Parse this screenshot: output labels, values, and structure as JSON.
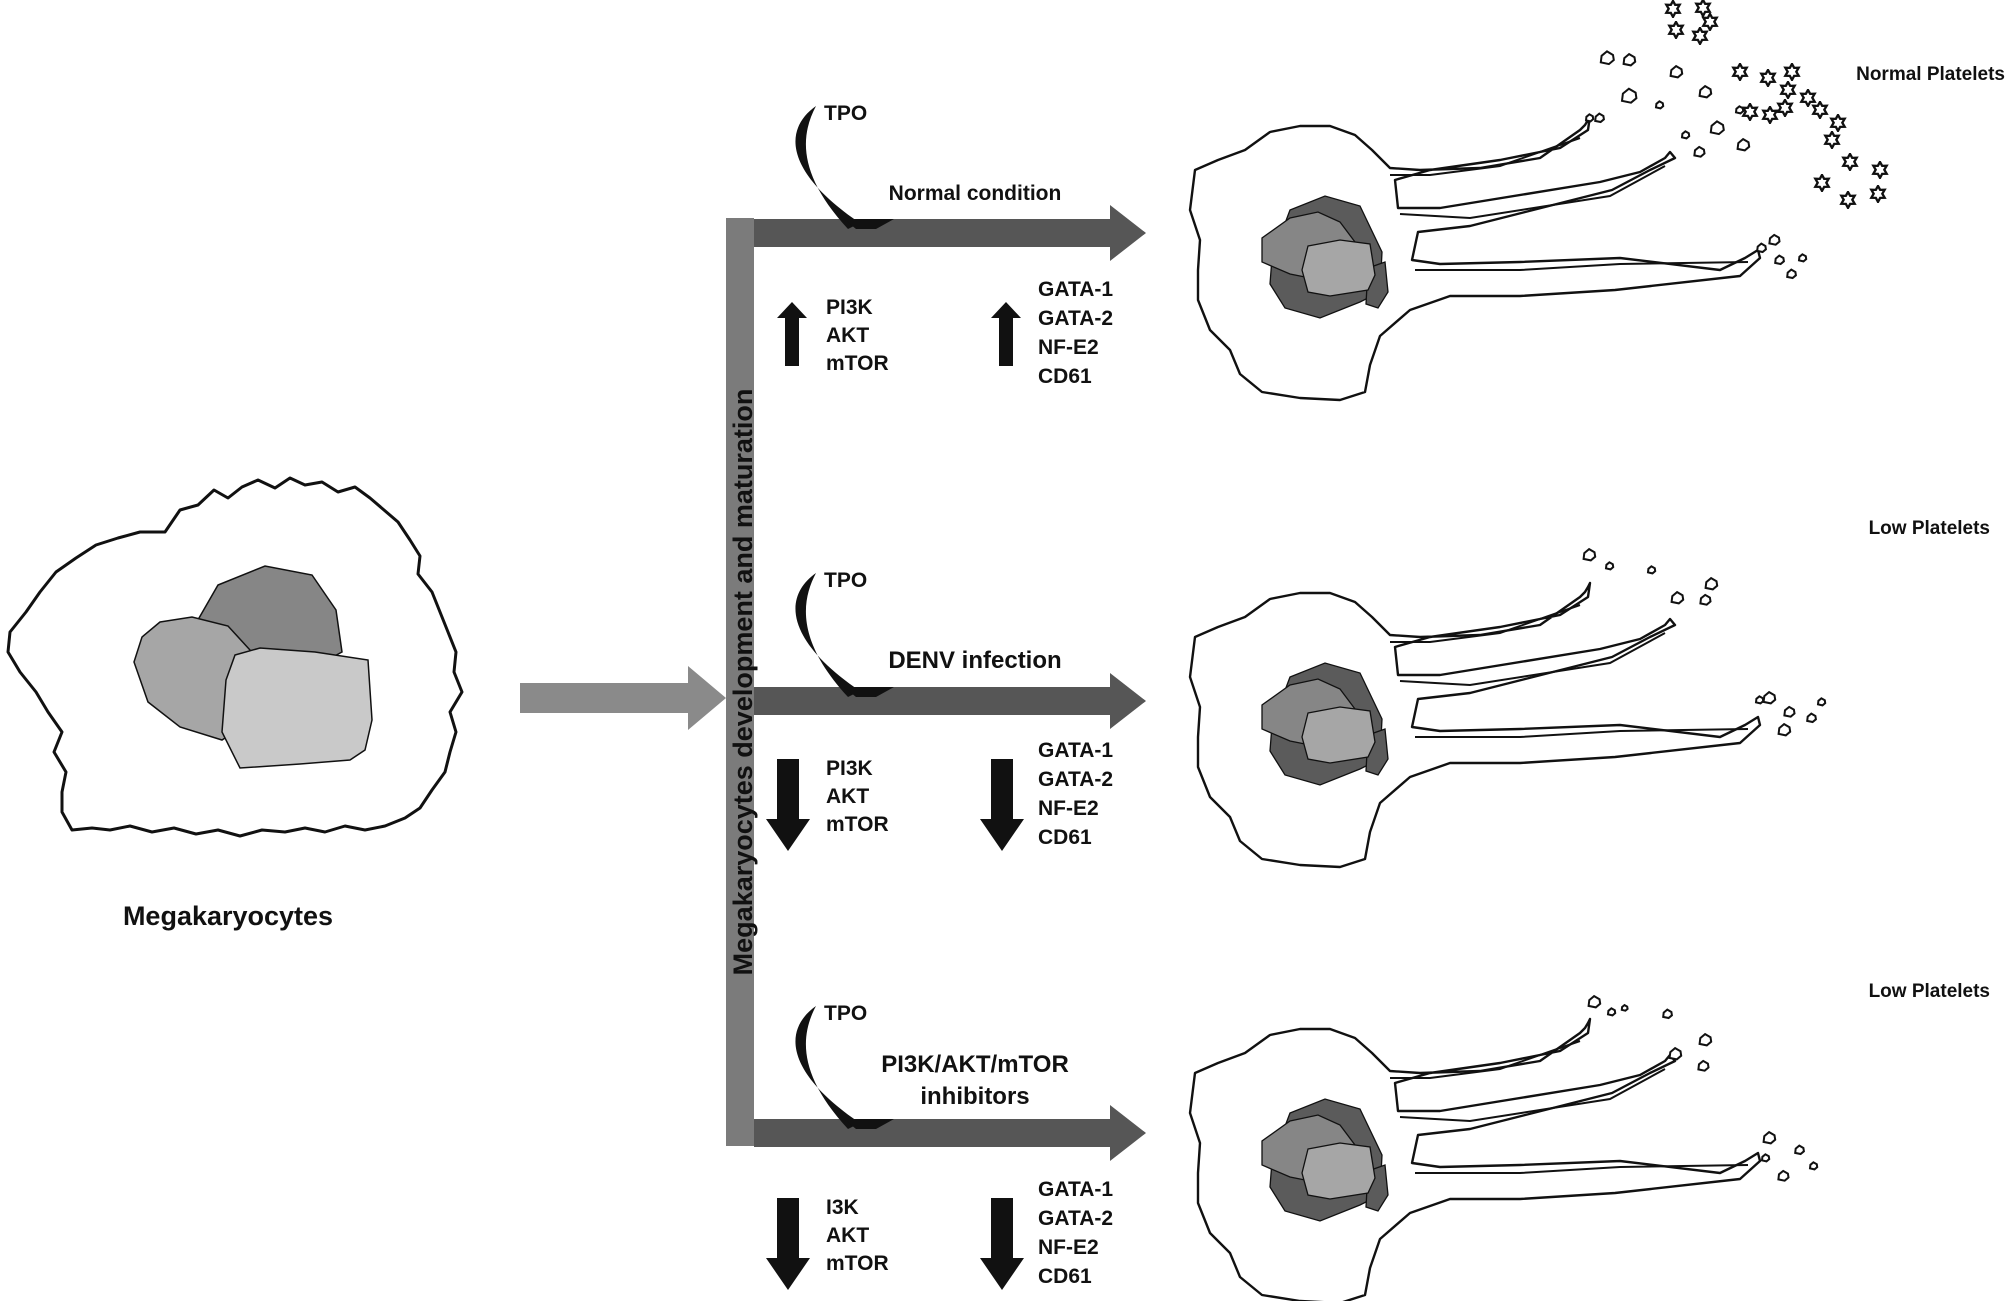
{
  "palette": {
    "trunk": "#7b7b7b",
    "arrow_dark": "#565656",
    "entry_arrow": "#8a8a8a",
    "nucleus_dark": "#5b5b5b",
    "nucleus_mid": "#868686",
    "nucleus_light": "#a6a6a6",
    "nucleus_lighter": "#c9c9c9",
    "regulation_arrow": "#111111",
    "outline": "#111111"
  },
  "megakaryocyte": {
    "label": "Megakaryocytes"
  },
  "trunk_label": "Megakaryocytes development and maturation",
  "branches": [
    {
      "tpo": "TPO",
      "condition": [
        "Normal condition"
      ],
      "direction": "up",
      "pathway": [
        "PI3K",
        "AKT",
        "mTOR"
      ],
      "factors": [
        "GATA-1",
        "GATA-2",
        "NF-E2",
        "CD61"
      ],
      "outcome": "Normal Platelets"
    },
    {
      "tpo": "TPO",
      "condition": [
        "DENV infection"
      ],
      "direction": "down",
      "pathway": [
        "PI3K",
        "AKT",
        "mTOR"
      ],
      "factors": [
        "GATA-1",
        "GATA-2",
        "NF-E2",
        "CD61"
      ],
      "outcome": "Low Platelets"
    },
    {
      "tpo": "TPO",
      "condition": [
        "PI3K/AKT/mTOR",
        "inhibitors"
      ],
      "direction": "down",
      "pathway": [
        "I3K",
        "AKT",
        "mTOR"
      ],
      "factors": [
        "GATA-1",
        "GATA-2",
        "NF-E2",
        "CD61"
      ],
      "outcome": "Low Platelets"
    }
  ]
}
